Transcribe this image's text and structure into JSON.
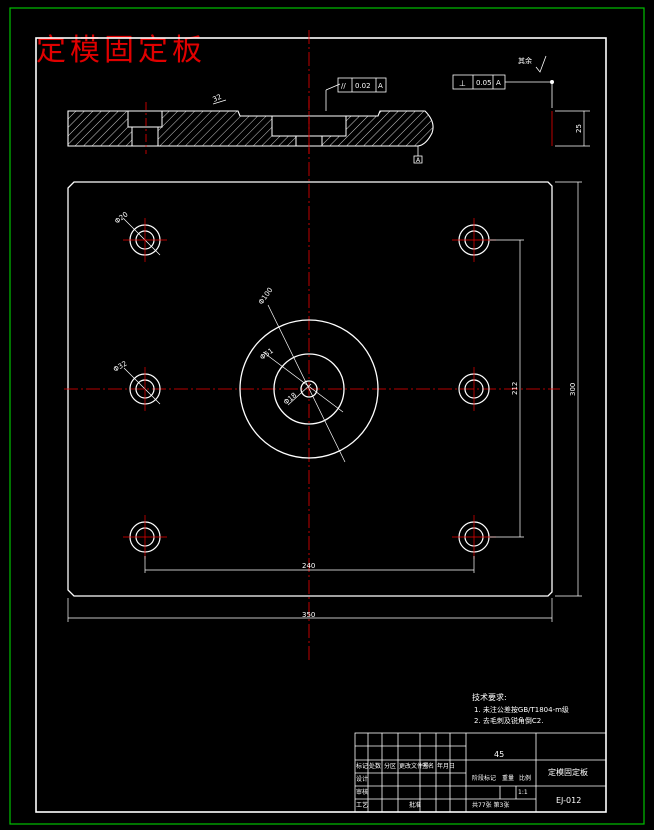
{
  "title": "定模固定板",
  "surface_roughness": "其余",
  "parallelism": {
    "symbol": "//",
    "value": "0.02",
    "datum": "A"
  },
  "perpendicularity": {
    "symbol": "⊥",
    "value": "0.05",
    "datum": "A"
  },
  "datum_label": "A",
  "dims": {
    "thickness": "25",
    "width_total": "350",
    "height_total": "300",
    "hole_span_x": "240",
    "hole_span_y": "212",
    "center_outer": "Φ100",
    "center_mid": "Φ51",
    "center_inner": "Φ18",
    "hole_dia_a": "Φ20",
    "hole_dia_b": "Φ32",
    "section_label": "32"
  },
  "technical_requirements": {
    "heading": "技术要求:",
    "items": [
      "1. 未注公差按GB/T1804-m级",
      "2. 去毛刺及锐角倒C2."
    ]
  },
  "title_block": {
    "material": "45",
    "part_name": "定模固定板",
    "drawing_no": "EJ-012",
    "scale_label": "比例",
    "scale_value": "1:1",
    "sheet_info": "共77张  第3张",
    "stage_label": "阶段标记",
    "weight_label": "重量",
    "rows": [
      "标记",
      "设计",
      "审核",
      "工艺"
    ],
    "approve_label": "批准",
    "header_cols": [
      "处数",
      "分区",
      "更改文件号",
      "签名",
      "年月日"
    ]
  }
}
